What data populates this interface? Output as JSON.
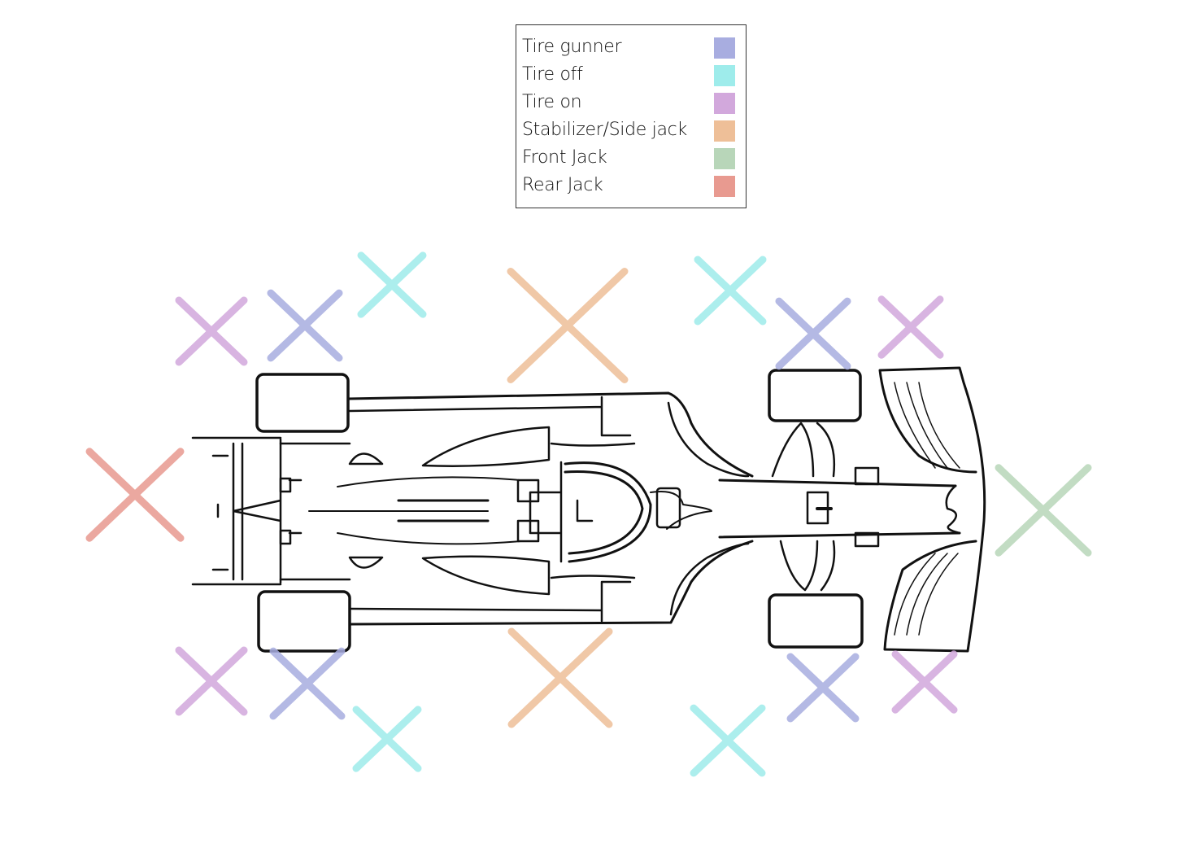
{
  "legend": {
    "items": [
      {
        "label": "Tire gunner",
        "color": "#a8ade0"
      },
      {
        "label": "Tire off",
        "color": "#9eeceb"
      },
      {
        "label": "Tire on",
        "color": "#d2a8dc"
      },
      {
        "label": "Stabilizer/Side jack",
        "color": "#eebf98"
      },
      {
        "label": "Front Jack",
        "color": "#b8d6b9"
      },
      {
        "label": "Rear Jack",
        "color": "#e89a90"
      }
    ]
  },
  "markers": [
    "Tire on",
    "Tire gunner",
    "Tire off",
    "Stabilizer/Side jack",
    "Tire off",
    "Tire gunner",
    "Tire on",
    "Tire on",
    "Tire gunner",
    "Tire off",
    "Stabilizer/Side jack",
    "Tire off",
    "Tire gunner",
    "Tire on",
    "Rear Jack",
    "Front Jack"
  ]
}
